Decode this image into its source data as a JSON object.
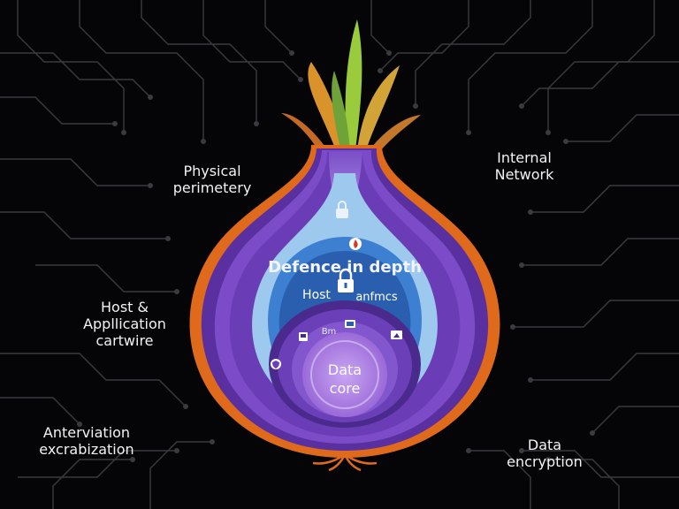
{
  "labels": {
    "physical": [
      "Physical",
      "perimetery"
    ],
    "internal": [
      "Internal",
      "Network"
    ],
    "host": [
      "Host &",
      "Appllication",
      "cartwire"
    ],
    "antivirus": [
      "Anterviation",
      "excrabization"
    ],
    "encryption": [
      "Data",
      "encryption"
    ]
  },
  "onion": {
    "banner": "Defence in depth",
    "host_layer": [
      "Host",
      "anfmcs"
    ],
    "inner_tag": "Bm",
    "core": [
      "Data",
      "core"
    ]
  },
  "colors": {
    "background": "#050507",
    "circuit": "#3a3a40",
    "skin_outer": "#e06a1c",
    "layer_purple": "#6b3fb8",
    "layer_blue": "#3d7fd0",
    "layer_light": "#9ec9ee",
    "core": "#b58be8",
    "sprout_green": "#8cbf3a"
  },
  "icons": [
    "lock-icon",
    "padlock-icon",
    "fire-badge-icon",
    "device-icon",
    "screen-icon",
    "shield-badge-icon"
  ]
}
